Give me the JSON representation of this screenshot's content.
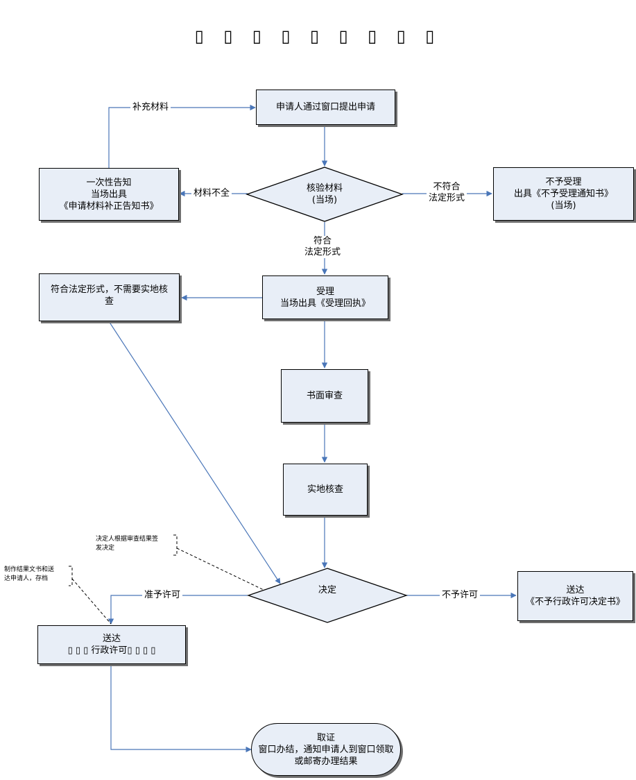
{
  "title": "▯ ▯ ▯ ▯ ▯ ▯ ▯ ▯ ▯",
  "nodes": {
    "apply": [
      "申请人通过窗口提出申请"
    ],
    "notify_once": [
      "一次性告知",
      "当场出具",
      "《申请材料补正告知书》"
    ],
    "verify": [
      "核验材料",
      "(当场)"
    ],
    "reject_accept": [
      "不予受理",
      "出具《不予受理通知书》",
      "(当场)"
    ],
    "no_site_check": [
      "符合法定形式，不需要实地核",
      "查"
    ],
    "accept": [
      "受理",
      "当场出具《受理回执》"
    ],
    "written_review": [
      "书面审查"
    ],
    "site_check": [
      "实地核查"
    ],
    "decision": [
      "决定"
    ],
    "deliver_deny": [
      "送达",
      "《不予行政许可决定书》"
    ],
    "deliver_permit": [
      "送达",
      "▯ ▯ ▯  行政许可▯ ▯ ▯ ▯"
    ],
    "collect": [
      "取证",
      "窗口办结，通知申请人到窗口领取",
      "或邮寄办理结果"
    ]
  },
  "edge_labels": {
    "supplement": "补充材料",
    "incomplete": "材料不全",
    "nonconform": [
      "不符合",
      "法定形式"
    ],
    "conform": [
      "符合",
      "法定形式"
    ],
    "grant": "准予许可",
    "deny": "不予许可"
  },
  "notes": {
    "decider": [
      "决定人根据审查结果签",
      "发决定"
    ],
    "make_docs": [
      "制作结果文书和送",
      "达申请人，存档"
    ]
  },
  "colors": {
    "box_fill": "#e8eef7",
    "arrow": "#4a76b8",
    "border": "#000000",
    "shadow": "#6f6f6f"
  }
}
